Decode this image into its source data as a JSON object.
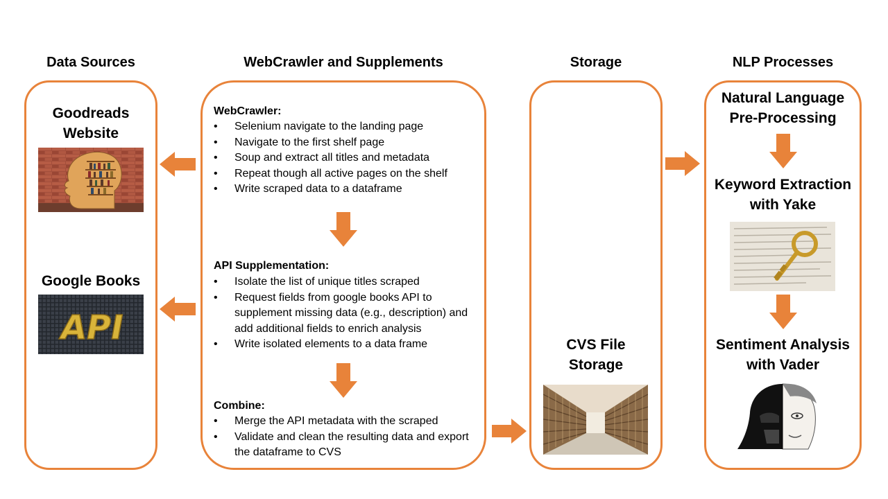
{
  "columns": {
    "data_sources": "Data Sources",
    "webcrawler": "WebCrawler and Supplements",
    "storage": "Storage",
    "nlp": "NLP Processes"
  },
  "data_sources": {
    "goodreads": "Goodreads\nWebsite",
    "google_books": "Google Books",
    "api_image_text": "API"
  },
  "webcrawler": {
    "crawler_title": "WebCrawler:",
    "crawler_steps": [
      "Selenium navigate to the landing page",
      "Navigate to the first shelf page",
      "Soup and extract all titles and metadata",
      "Repeat though all active pages on the shelf",
      "Write scraped data to a dataframe"
    ],
    "api_title": "API Supplementation:",
    "api_steps": [
      "Isolate the list of unique titles scraped",
      "Request fields from google books API to supplement missing data (e.g., description) and add additional fields to enrich analysis",
      "Write isolated elements to a data frame"
    ],
    "combine_title": "Combine:",
    "combine_steps": [
      "Merge the API metadata with the scraped",
      "Validate and clean the resulting data and export the dataframe to CVS"
    ]
  },
  "storage": {
    "label": "CVS File\nStorage"
  },
  "nlp": {
    "preprocessing": "Natural Language\nPre-Processing",
    "keyword": "Keyword Extraction\nwith Yake",
    "sentiment": "Sentiment Analysis\nwith Vader"
  },
  "colors": {
    "accent": "#e8833a",
    "brick": "#9c4a3a",
    "api_bg": "#2b2f36",
    "api_gold": "#d9b43a"
  }
}
